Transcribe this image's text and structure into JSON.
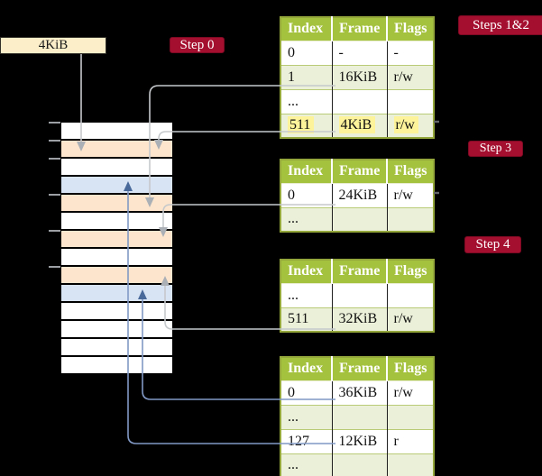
{
  "colors": {
    "background": "#000000",
    "header_green": "#a5c23e",
    "row_green": "#ebf1d8",
    "row_white": "#ffffff",
    "olive": "#93a73a",
    "row_sep": "#b9cb76",
    "cell_border": "#1f1f1f",
    "highlight_yellow": "#fcf39b",
    "badge_red": "#a40e2f",
    "badge_border": "#7d0a22",
    "box_cream": "#fbeec8",
    "strip_peach": "#fce5cc",
    "strip_blue": "#d8e4f4",
    "gray_line": "#c6c9cc",
    "gray_head": "#abb0b6",
    "blue_line": "#8199c5",
    "blue_head": "#49699b",
    "tick_gray": "#9ca0a4",
    "stub_gray": "#62666b"
  },
  "page_size_box": {
    "label": "4KiB"
  },
  "badges": {
    "step0": {
      "label": "Step 0"
    },
    "steps12": {
      "label": "Steps 1&2"
    },
    "step3": {
      "label": "Step 3"
    },
    "step4": {
      "label": "Step 4"
    }
  },
  "memory_strip": {
    "rows": [
      {
        "shade": "white"
      },
      {
        "shade": "peach"
      },
      {
        "shade": "white"
      },
      {
        "shade": "blue"
      },
      {
        "shade": "peach"
      },
      {
        "shade": "white"
      },
      {
        "shade": "peach"
      },
      {
        "shade": "white"
      },
      {
        "shade": "peach"
      },
      {
        "shade": "blue"
      },
      {
        "shade": "white"
      },
      {
        "shade": "white"
      },
      {
        "shade": "white"
      },
      {
        "shade": "white"
      }
    ]
  },
  "tables": [
    {
      "headers": [
        "Index",
        "Frame",
        "Flags"
      ],
      "rows": [
        {
          "shade": "white",
          "cells": [
            "0",
            "-",
            "-"
          ]
        },
        {
          "shade": "green",
          "cells": [
            "1",
            "16KiB",
            "r/w"
          ]
        },
        {
          "shade": "white",
          "cells": [
            "...",
            "",
            ""
          ]
        },
        {
          "shade": "green",
          "highlight": true,
          "cells": [
            "511",
            "4KiB",
            "r/w"
          ]
        }
      ]
    },
    {
      "headers": [
        "Index",
        "Frame",
        "Flags"
      ],
      "rows": [
        {
          "shade": "white",
          "cells": [
            "0",
            "24KiB",
            "r/w"
          ]
        },
        {
          "shade": "green",
          "cells": [
            "...",
            "",
            ""
          ]
        }
      ]
    },
    {
      "headers": [
        "Index",
        "Frame",
        "Flags"
      ],
      "rows": [
        {
          "shade": "white",
          "cells": [
            "...",
            "",
            ""
          ]
        },
        {
          "shade": "green",
          "cells": [
            "511",
            "32KiB",
            "r/w"
          ]
        }
      ]
    },
    {
      "headers": [
        "Index",
        "Frame",
        "Flags"
      ],
      "rows": [
        {
          "shade": "white",
          "cells": [
            "0",
            "36KiB",
            "r/w"
          ]
        },
        {
          "shade": "green",
          "cells": [
            "...",
            "",
            ""
          ]
        },
        {
          "shade": "white",
          "cells": [
            "127",
            "12KiB",
            "r"
          ]
        },
        {
          "shade": "green",
          "cells": [
            "...",
            "",
            ""
          ]
        }
      ]
    }
  ]
}
